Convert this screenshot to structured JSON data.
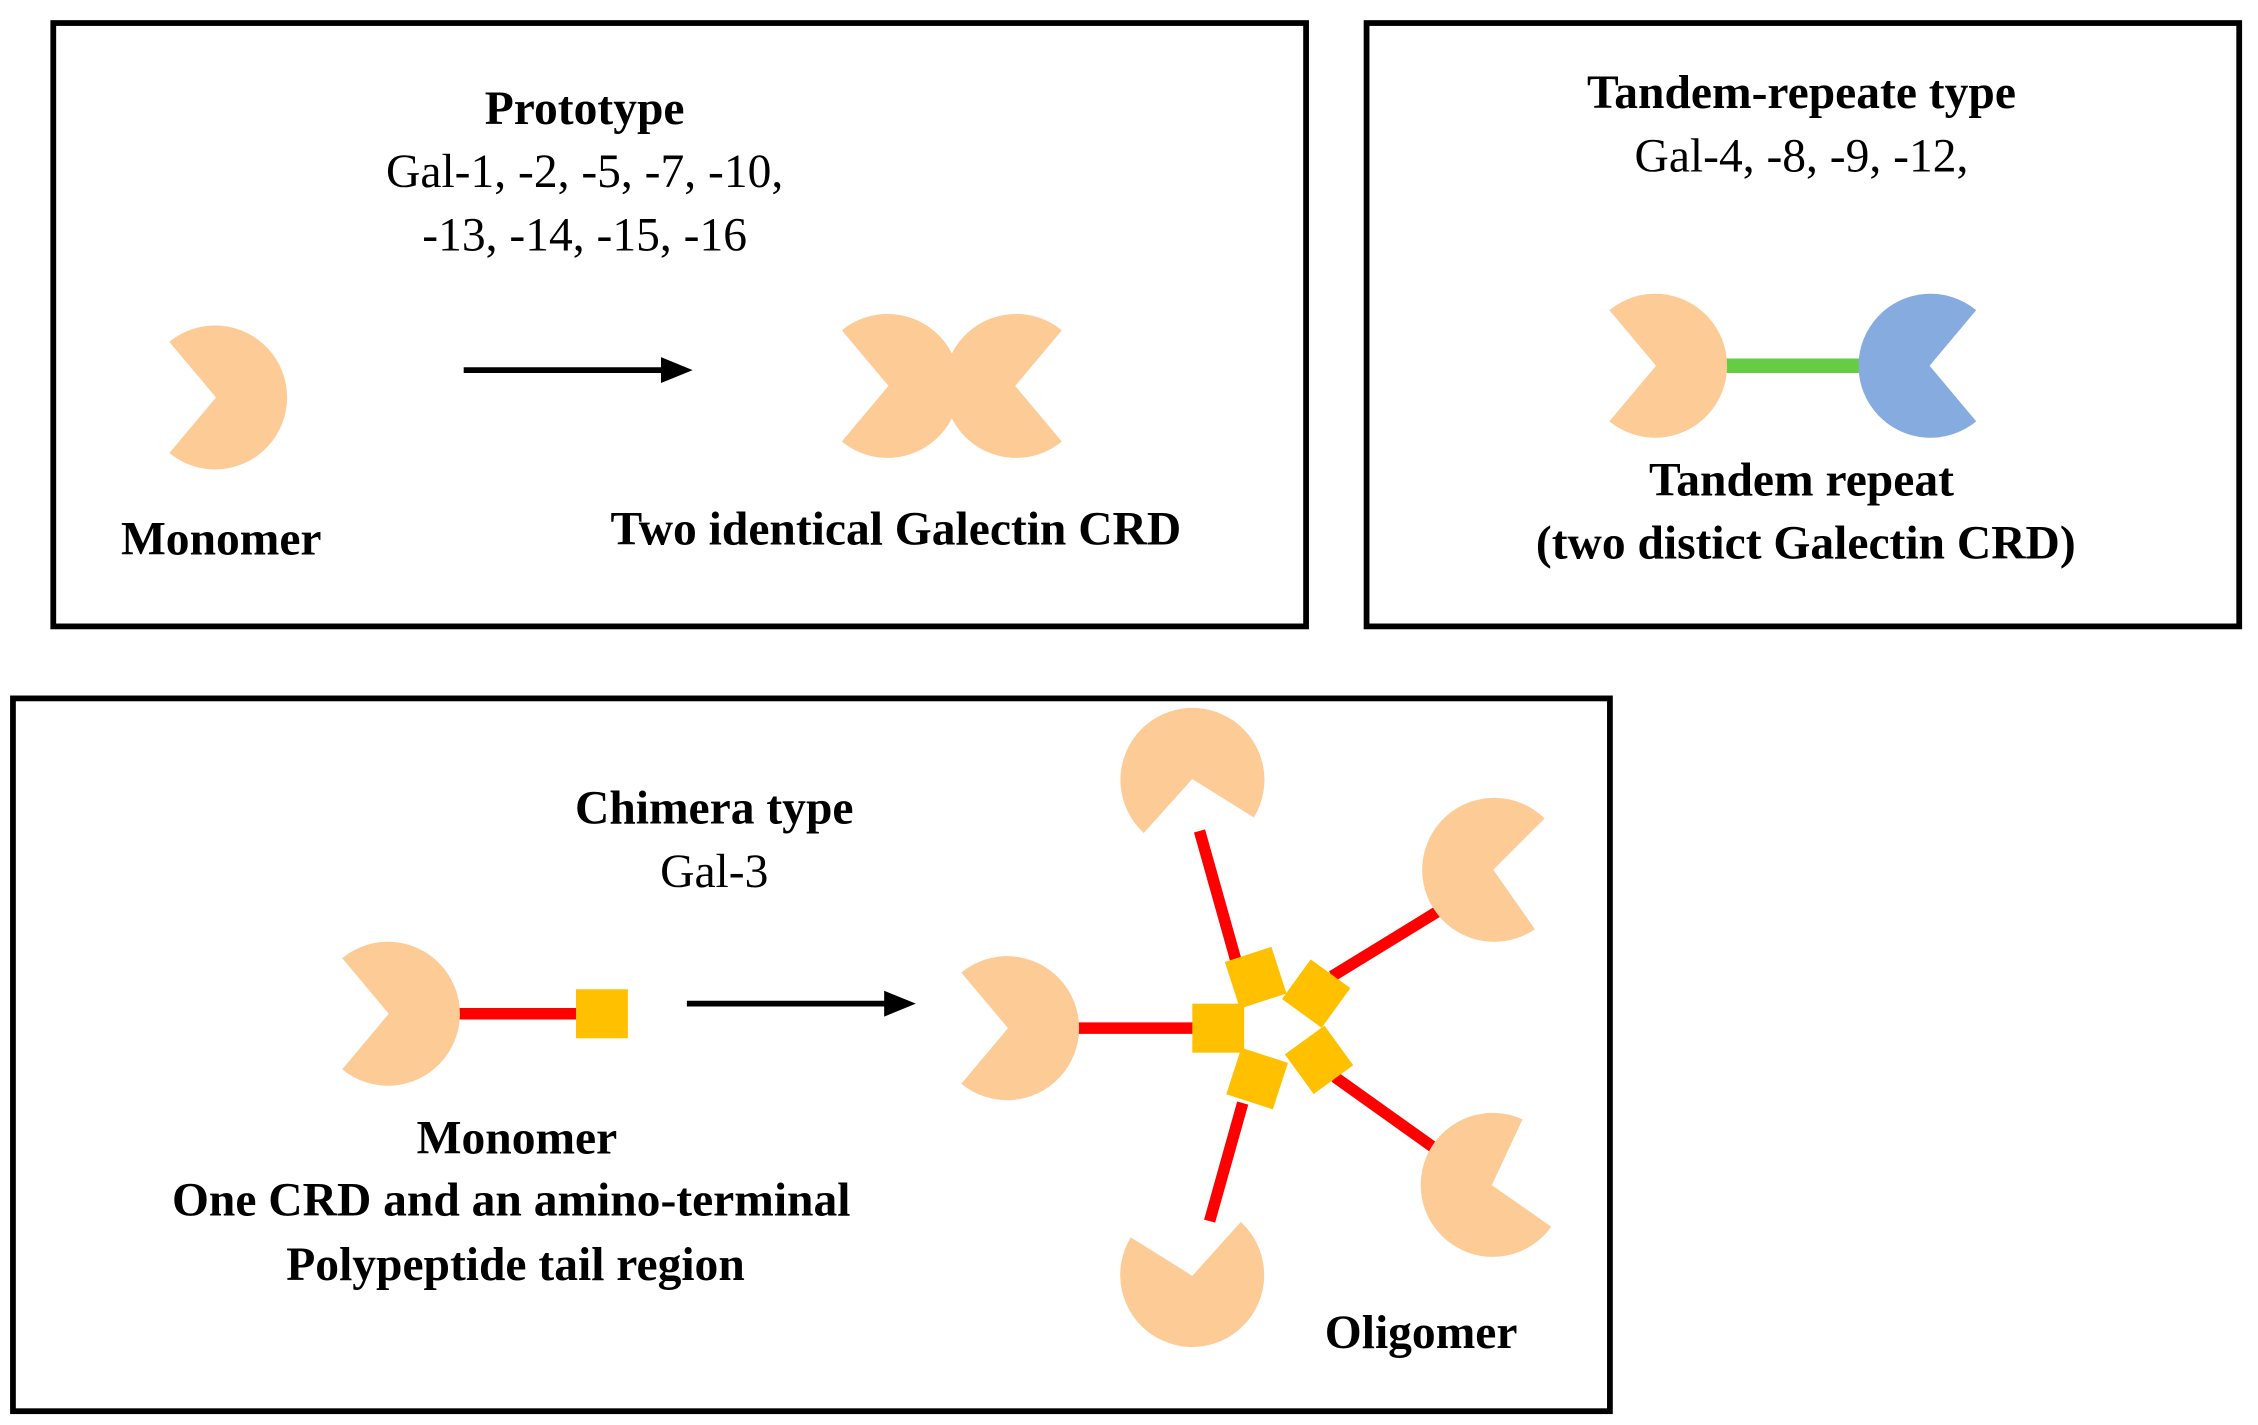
{
  "colors": {
    "crd": "#fdcb96",
    "crd_alt": "#86acdf",
    "linker_green": "#66cc44",
    "linker_red": "#ff0000",
    "tail_square": "#ffc000",
    "border": "#000000"
  },
  "prototype": {
    "title": "Prototype",
    "members_line1": "Gal-1, -2, -5, -7, -10,",
    "members_line2": "-13, -14, -15, -16",
    "monomer_label": "Monomer",
    "dimer_label": "Two identical Galectin CRD"
  },
  "tandem": {
    "title": "Tandem-repeate type",
    "members": "Gal-4, -8, -9, -12,",
    "label_line1": "Tandem repeat",
    "label_line2": "(two distict Galectin CRD)"
  },
  "chimera": {
    "title": "Chimera type",
    "members": "Gal-3",
    "label_line1": "Monomer",
    "label_line2": "One CRD and an amino-terminal",
    "label_line3": "Polypeptide tail region",
    "oligomer_label": "Oligomer"
  },
  "icons": [
    "crd-pacman-icon",
    "arrow-right-icon",
    "linker-line-icon",
    "tail-square-icon"
  ]
}
